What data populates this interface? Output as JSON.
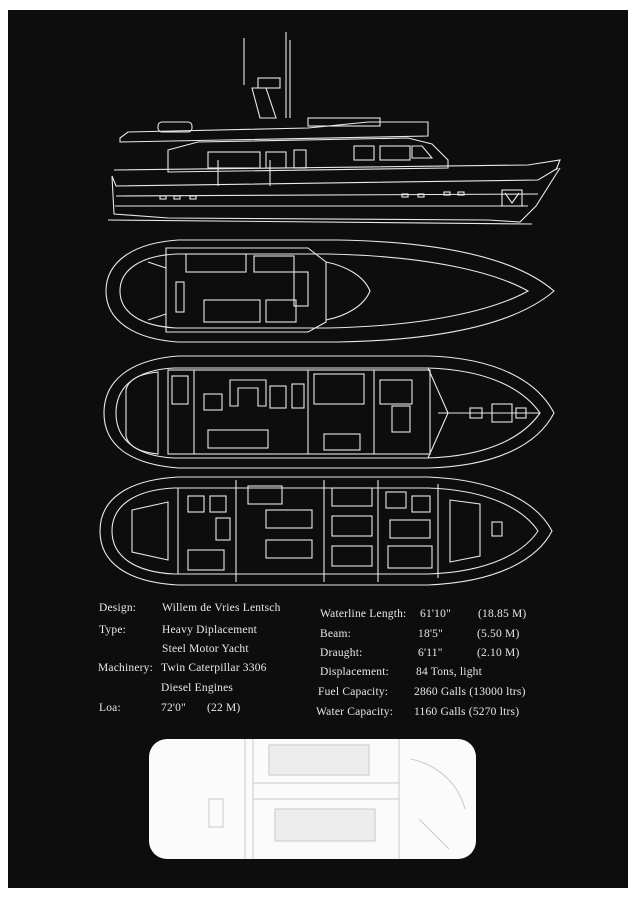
{
  "brochure": {
    "colors": {
      "background": "#0d0d0d",
      "linework": "#e8e8e8",
      "paper": "#ffffff"
    },
    "specs_left": {
      "design_label": "Design:",
      "design_value": "Willem de Vries Lentsch",
      "type_label": "Type:",
      "type_value_1": "Heavy Diplacement",
      "type_value_2": "Steel Motor Yacht",
      "machinery_label": "Machinery:",
      "machinery_value_1": "Twin Caterpillar 3306",
      "machinery_value_2": "Diesel Engines",
      "loa_label": "Loa:",
      "loa_value": "72'0\"",
      "loa_metric": "(22 M)"
    },
    "specs_right": {
      "waterline_label": "Waterline Length:",
      "waterline_value": "61'10\"",
      "waterline_metric": "(18.85 M)",
      "beam_label": "Beam:",
      "beam_value": "18'5\"",
      "beam_metric": "(5.50 M)",
      "draught_label": "Draught:",
      "draught_value": "6'11\"",
      "draught_metric": "(2.10 M)",
      "displacement_label": "Displacement:",
      "displacement_value": "84 Tons, light",
      "fuel_label": "Fuel Capacity:",
      "fuel_value": "2860 Galls (13000 ltrs)",
      "water_label": "Water Capacity:",
      "water_value": "1160 Galls (5270 ltrs)"
    },
    "drawings": [
      "profile-view",
      "flybridge-deck-plan",
      "main-deck-plan",
      "lower-deck-plan"
    ]
  }
}
